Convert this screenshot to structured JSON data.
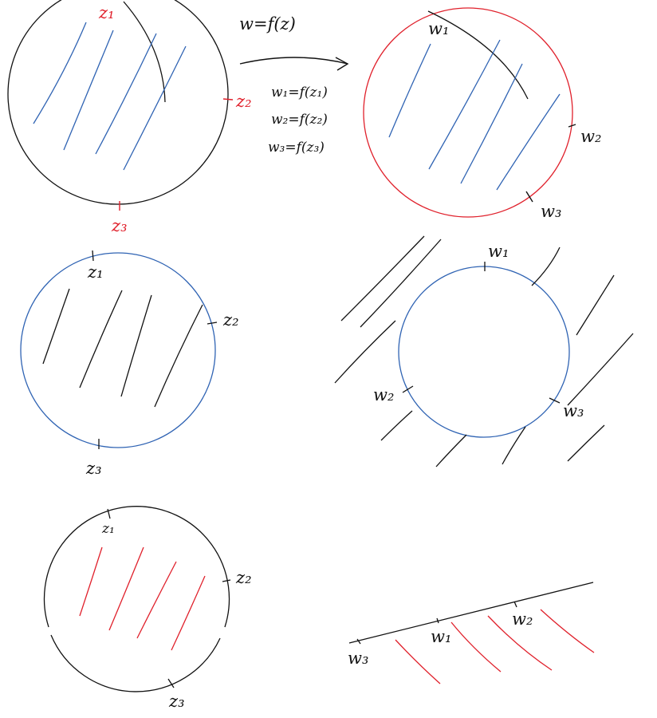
{
  "colors": {
    "ink": "#111111",
    "blue": "#2f63b3",
    "red": "#e0202b"
  },
  "header": {
    "mapping": "w=f(z)",
    "eq1": "w₁=f(z₁)",
    "eq2": "w₂=f(z₂)",
    "eq3": "w₃=f(z₃)"
  },
  "panel1": {
    "z1": "z₁",
    "z2": "z₂",
    "z3": "z₃"
  },
  "panel2": {
    "w1": "w₁",
    "w2": "w₂",
    "w3": "w₃"
  },
  "panel3": {
    "z1": "z₁",
    "z2": "z₂",
    "z3": "z₃"
  },
  "panel4": {
    "w1": "w₁",
    "w2": "w₂",
    "w3": "w₃"
  },
  "panel5": {
    "z1": "z₁",
    "z2": "z₂",
    "z3": "z₃"
  },
  "panel6": {
    "w1": "w₁",
    "w2": "w₂",
    "w3": "w₃"
  },
  "footer": {
    "caption": ""
  }
}
